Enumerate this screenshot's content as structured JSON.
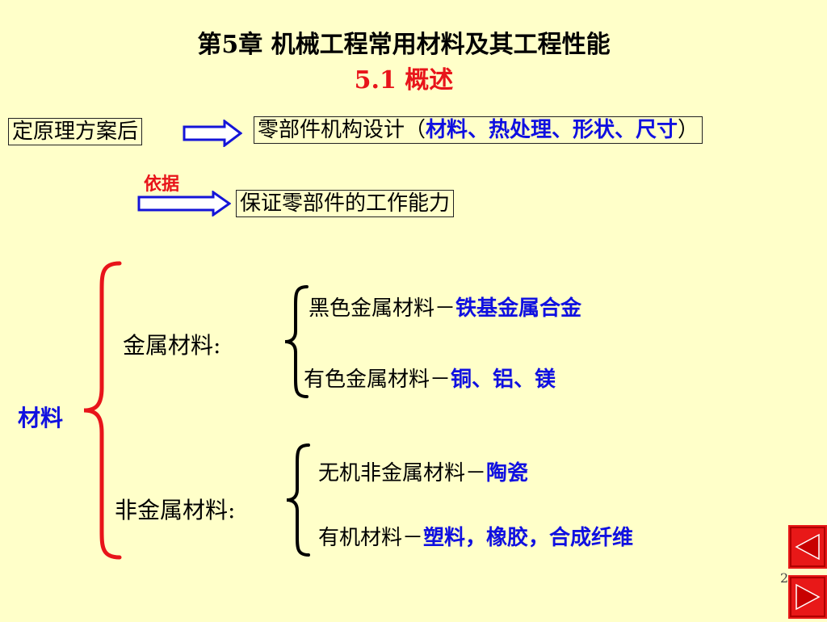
{
  "title": "第5章 机械工程常用材料及其工程性能",
  "subtitle": "5.1 概述",
  "flow": {
    "box1": "定原理方案后",
    "box2_prefix": "零部件机构设计（",
    "box2_detail": "材料、热处理、形状、尺寸",
    "box2_suffix": "）",
    "basis_label": "依据",
    "box3": "保证零部件的工作能力"
  },
  "tree": {
    "root": "材料",
    "metal": {
      "label": "金属材料:",
      "ferrous_prefix": "黑色金属材料－",
      "ferrous_detail": "铁基金属合金",
      "nonferrous_prefix": "有色金属材料－",
      "nonferrous_detail": "铜、铝、镁"
    },
    "nonmetal": {
      "label": "非金属材料:",
      "inorganic_prefix": "无机非金属材料－",
      "inorganic_detail": "陶瓷",
      "organic_prefix": "有机材料－",
      "organic_detail": "塑料，橡胶，合成纤维"
    }
  },
  "page_number": "2",
  "colors": {
    "background": "#ffffc9",
    "title_red": "#e8141a",
    "detail_blue": "#1010e0",
    "arrow_blue": "#1414d8",
    "brace_red": "#e8141a"
  },
  "icons": {
    "prev": "triangle-left-icon",
    "next": "triangle-right-icon"
  }
}
